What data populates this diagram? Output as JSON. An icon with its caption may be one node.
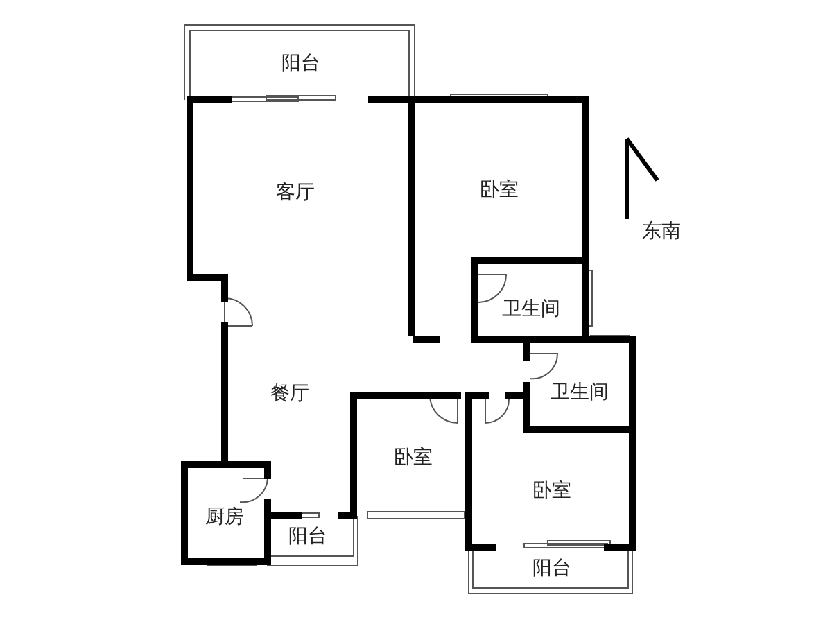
{
  "diagram": {
    "nodes": [
      {
        "text": [
          "阳台"
        ]
      },
      {
        "text": [
          "客厅"
        ]
      },
      {
        "text": [
          "卧室"
        ]
      },
      {
        "text": [
          "卫生间"
        ]
      },
      {
        "text": [
          "餐厅"
        ]
      },
      {
        "text": [
          "卫生间"
        ]
      },
      {
        "text": [
          "卧室"
        ]
      },
      {
        "text": [
          "卧室"
        ]
      },
      {
        "text": [
          "厨房"
        ]
      },
      {
        "text": [
          "阳台"
        ]
      },
      {
        "text": [
          "阳台"
        ]
      }
    ],
    "edges": [],
    "labels": [
      "东南"
    ]
  }
}
